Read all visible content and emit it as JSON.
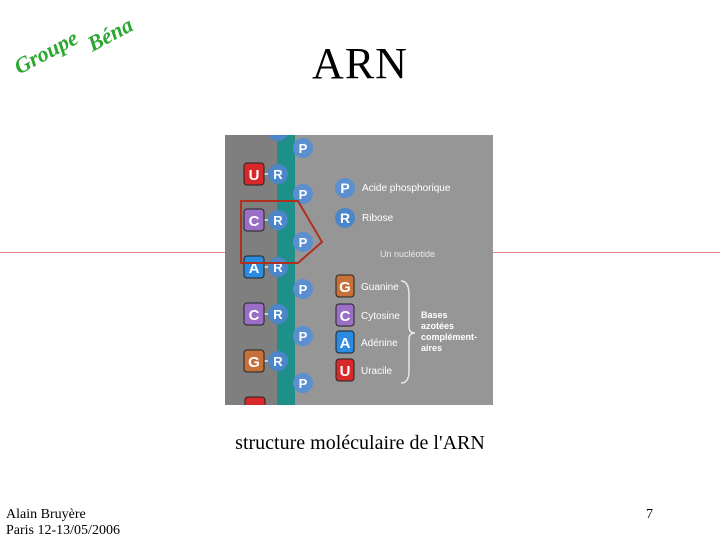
{
  "logo": {
    "word1": "Groupe",
    "word2": "Béna",
    "color": "#2aa830"
  },
  "title": "ARN",
  "figure": {
    "strand_bases": [
      "U",
      "C",
      "A",
      "C",
      "G"
    ],
    "legend": {
      "phosphate_symbol": "P",
      "phosphate_label": "Acide phosphorique",
      "ribose_symbol": "R",
      "ribose_label": "Ribose",
      "nucleotide_label": "Un nucléotide",
      "bases": [
        {
          "symbol": "G",
          "label": "Guanine",
          "color": "#c8703a"
        },
        {
          "symbol": "C",
          "label": "Cytosine",
          "color": "#9b6fc6"
        },
        {
          "symbol": "A",
          "label": "Adénine",
          "color": "#2b8be0"
        },
        {
          "symbol": "U",
          "label": "Uracile",
          "color": "#d9282a"
        }
      ],
      "bases_group_label": "Bases azotées complément-aires"
    },
    "colors": {
      "background": "#969696",
      "backbone": "#1f8f8a",
      "sugar": "#4a86c8",
      "frame": "#b03020"
    }
  },
  "caption": "structure moléculaire de l'ARN",
  "footer": {
    "author": "Alain Bruyère",
    "place_date": "Paris 12-13/05/2006"
  },
  "page_number": "7"
}
